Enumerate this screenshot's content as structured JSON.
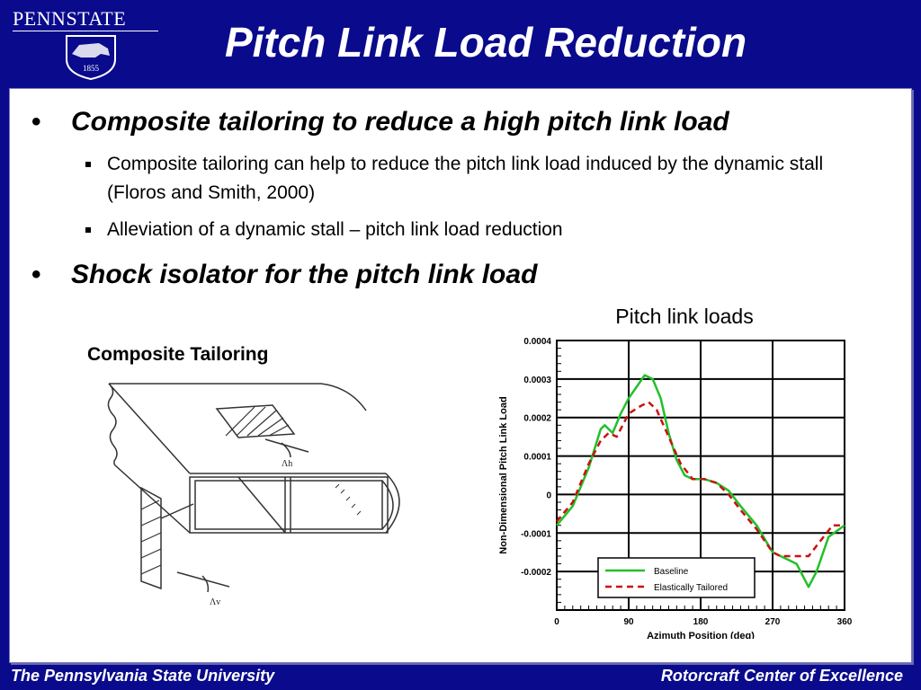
{
  "logo": {
    "name": "PENNSTATE",
    "year": "1855"
  },
  "title": "Pitch Link Load Reduction",
  "bullets": [
    {
      "text": "Composite tailoring to reduce a high pitch link load",
      "sub": [
        "Composite tailoring can help to reduce the pitch link load induced by the dynamic stall (Floros and Smith, 2000)",
        "Alleviation of a dynamic stall – pitch link load reduction"
      ]
    },
    {
      "text": "Shock isolator for the pitch link load",
      "sub": []
    }
  ],
  "figure": {
    "title": "Composite Tailoring",
    "labels": {
      "horizontal_angle": "Λh",
      "vertical_angle": "Λv"
    }
  },
  "chart_heading": "Pitch link loads",
  "chart_data": {
    "type": "line",
    "title": "",
    "xlabel": "Azimuth Position (deg)",
    "ylabel": "Non-Dimensional Pitch Link Load",
    "xlim": [
      0,
      360
    ],
    "ylim": [
      -0.0003,
      0.0004
    ],
    "xticks": [
      "0",
      "90",
      "180",
      "270",
      "360"
    ],
    "yticks": [
      "0.0004",
      "0.0003",
      "0.0002",
      "0.0001",
      "0",
      "-0.0001",
      "-0.0002"
    ],
    "legend_position": "bottom-right",
    "series": [
      {
        "name": "Baseline",
        "color": "#22c02a",
        "style": "solid",
        "points": [
          [
            0,
            -8e-05
          ],
          [
            20,
            -3e-05
          ],
          [
            40,
            7e-05
          ],
          [
            55,
            0.00017
          ],
          [
            60,
            0.00018
          ],
          [
            70,
            0.00016
          ],
          [
            80,
            0.00021
          ],
          [
            90,
            0.00025
          ],
          [
            100,
            0.00028
          ],
          [
            110,
            0.00031
          ],
          [
            120,
            0.0003
          ],
          [
            130,
            0.00025
          ],
          [
            140,
            0.00016
          ],
          [
            150,
            9e-05
          ],
          [
            160,
            5e-05
          ],
          [
            170,
            4e-05
          ],
          [
            185,
            4e-05
          ],
          [
            200,
            3e-05
          ],
          [
            215,
            1e-05
          ],
          [
            230,
            -3e-05
          ],
          [
            250,
            -8e-05
          ],
          [
            270,
            -0.00015
          ],
          [
            290,
            -0.00017
          ],
          [
            300,
            -0.00018
          ],
          [
            315,
            -0.00024
          ],
          [
            325,
            -0.0002
          ],
          [
            340,
            -0.00011
          ],
          [
            360,
            -8e-05
          ]
        ]
      },
      {
        "name": "Elastically Tailored",
        "color": "#cc1010",
        "style": "dashed",
        "points": [
          [
            0,
            -7e-05
          ],
          [
            20,
            -2e-05
          ],
          [
            40,
            8e-05
          ],
          [
            55,
            0.00014
          ],
          [
            65,
            0.00016
          ],
          [
            75,
            0.00015
          ],
          [
            90,
            0.00021
          ],
          [
            105,
            0.00023
          ],
          [
            115,
            0.00024
          ],
          [
            125,
            0.00022
          ],
          [
            140,
            0.00015
          ],
          [
            155,
            8e-05
          ],
          [
            170,
            4e-05
          ],
          [
            185,
            4e-05
          ],
          [
            200,
            3e-05
          ],
          [
            215,
            0
          ],
          [
            230,
            -4e-05
          ],
          [
            250,
            -9e-05
          ],
          [
            270,
            -0.00015
          ],
          [
            280,
            -0.00016
          ],
          [
            300,
            -0.00016
          ],
          [
            315,
            -0.00016
          ],
          [
            330,
            -0.00012
          ],
          [
            345,
            -8e-05
          ],
          [
            360,
            -8e-05
          ]
        ]
      }
    ]
  },
  "footer": {
    "left": "The Pennsylvania State University",
    "right": "Rotorcraft Center of Excellence"
  }
}
